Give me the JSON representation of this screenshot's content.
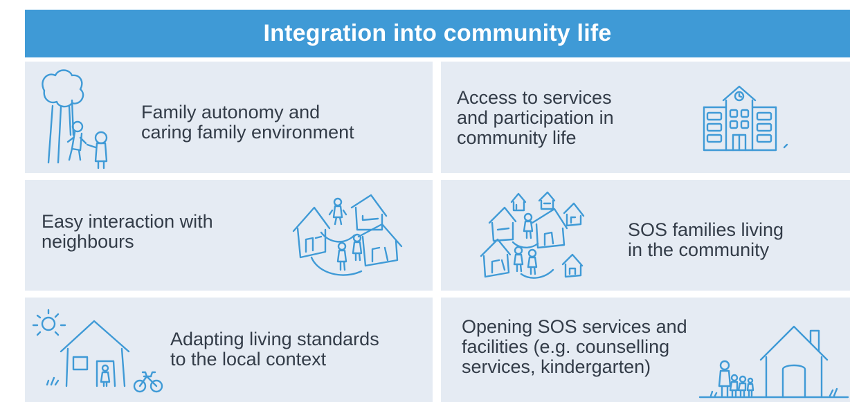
{
  "title": "Integration into community life",
  "colors": {
    "header_bg": "#3f9ad6",
    "cell_bg": "#e5ebf3",
    "icon_stroke": "#3f9ad6",
    "text": "#333c48"
  },
  "items": [
    {
      "label": "Family autonomy and\ncaring family environment",
      "icon": "family-tree-swing-icon"
    },
    {
      "label": "Access to services\nand participation in\ncommunity life",
      "icon": "public-building-icon"
    },
    {
      "label": "Easy interaction with\nneighbours",
      "icon": "neighbour-houses-icon"
    },
    {
      "label": "SOS families living\nin the community",
      "icon": "community-houses-icon"
    },
    {
      "label": "Adapting living standards\nto the local context",
      "icon": "house-sun-bicycle-icon"
    },
    {
      "label": "Opening SOS services and\nfacilities (e.g. counselling\nservices, kindergarten)",
      "icon": "sos-facility-house-icon"
    }
  ]
}
